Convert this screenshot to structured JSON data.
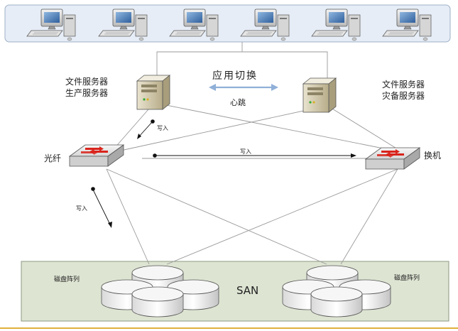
{
  "labels": {
    "left_server_line1": "文件服务器",
    "left_server_line2": "生产服务器",
    "right_server_line1": "文件服务器",
    "right_server_line2": "灾备服务器",
    "app_switch": "应用切换",
    "heartbeat": "心跳",
    "write_1": "写入",
    "write_2": "写入",
    "write_3": "写入",
    "fiber_left": "光纤",
    "switch_right_partial": "换机",
    "disk_array_left": "磁盘阵列",
    "disk_array_right": "磁盘阵列",
    "san": "SAN"
  },
  "colors": {
    "client_band": "#e6edf6",
    "client_band_border": "#9fb0c6",
    "san_band": "#dde4d2",
    "san_band_border": "#8d9880",
    "line": "#9a9a9a",
    "bottom_rule": "#e0b13c",
    "switch_arrow": "#d9241c",
    "heartbeat_arrow": "#8fb0d8"
  },
  "icons": {
    "client": "desktop-computer-icon",
    "server": "tower-server-icon",
    "switch": "network-switch-icon",
    "disk": "disk-cylinder-icon"
  }
}
